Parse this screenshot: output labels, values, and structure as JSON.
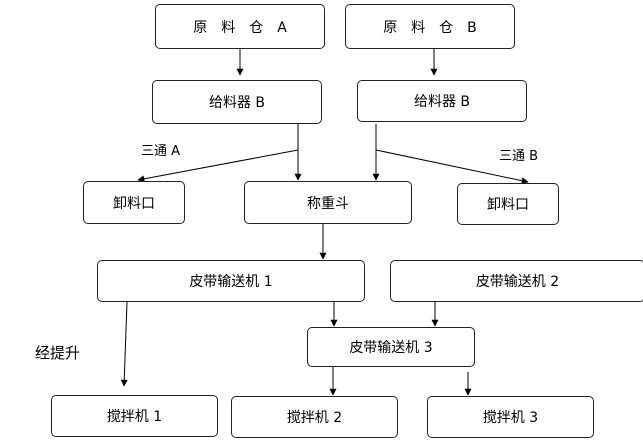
{
  "nodes": {
    "silo_a": "原　料　仓　A",
    "silo_b": "原　料　仓　B",
    "feeder_left": "给料器 B",
    "feeder_right": "给料器 B",
    "outlet_left": "卸料口",
    "weigh_hopper": "称重斗",
    "outlet_right": "卸料口",
    "conveyor_1": "皮带输送机 1",
    "conveyor_2": "皮带输送机 2",
    "conveyor_3": "皮带输送机 3",
    "mixer_1": "搅拌机 1",
    "mixer_2": "搅拌机 2",
    "mixer_3": "搅拌机 3"
  },
  "labels": {
    "tee_a": "三通 A",
    "tee_b": "三通 B",
    "lift": "经提升"
  }
}
